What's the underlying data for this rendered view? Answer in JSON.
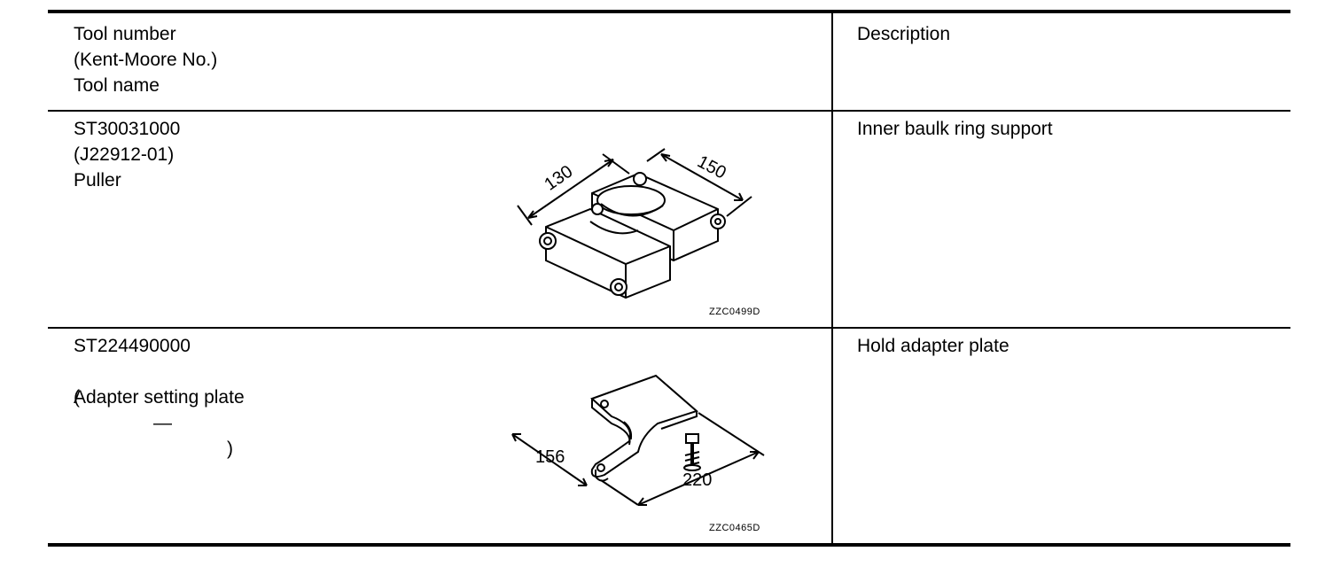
{
  "header": {
    "tool_col": [
      "Tool number",
      "(Kent-Moore No.)",
      "Tool name"
    ],
    "description_col": "Description"
  },
  "rows": [
    {
      "tool_number": "ST30031000",
      "kent_moore": "(J22912-01)",
      "tool_name": "Puller",
      "description": "Inner baulk ring support",
      "figure_code": "ZZC0499D",
      "dimensions": [
        "130",
        "150"
      ]
    },
    {
      "tool_number": "ST224490000",
      "kent_moore_open": "(",
      "kent_moore_dash": "—",
      "kent_moore_close": ")",
      "tool_name": "Adapter setting plate",
      "description": "Hold adapter plate",
      "figure_code": "ZZC0465D",
      "dimensions": [
        "156",
        "220"
      ]
    }
  ]
}
